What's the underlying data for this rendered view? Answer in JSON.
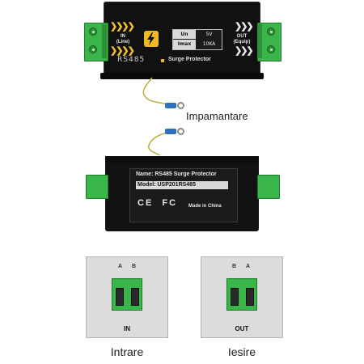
{
  "top_device": {
    "in_label_1": "IN",
    "in_label_2": "(Line)",
    "out_label_1": "OUT",
    "out_label_2": "(Equip)",
    "spec": {
      "row1_label": "Un",
      "row1_value": "5V",
      "row2_label": "Imax",
      "row2_value": "10KA"
    },
    "series": "RS485",
    "product": "Surge Protector",
    "accent_color": "#f0b823",
    "terminal_color": "#39b54a"
  },
  "ground": {
    "label": "Impamantare"
  },
  "bottom_device": {
    "name_line": "Name: RS485 Surge Protector",
    "model_line": "Model: USP201RS485",
    "ce_mark": "CE",
    "fc_mark": "FC",
    "made_in": "Made in China"
  },
  "panels": {
    "input": {
      "pin_a": "A",
      "pin_b": "B",
      "title": "IN",
      "caption": "Intrare"
    },
    "output": {
      "pin_a": "B",
      "pin_b": "A",
      "title": "OUT",
      "caption": "Iesire"
    }
  }
}
